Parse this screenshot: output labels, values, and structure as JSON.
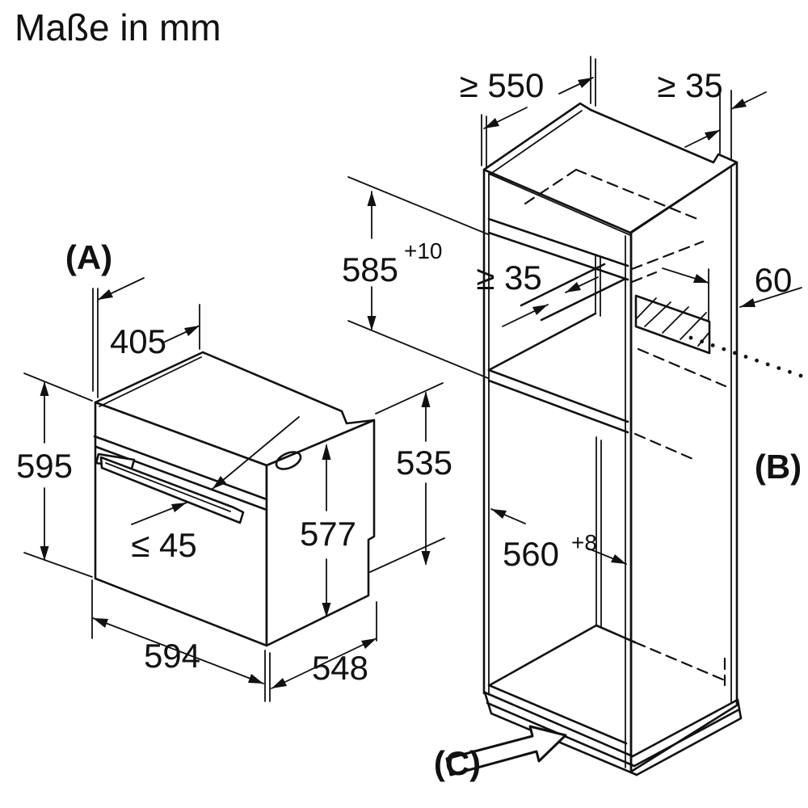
{
  "title": "Maße in mm",
  "oven": {
    "label": "(A)",
    "dim_top_depth": "405",
    "dim_height": "595",
    "dim_handle": "≤ 45",
    "dim_front_height": "577",
    "dim_rear_height": "535",
    "dim_width": "594",
    "dim_depth": "548"
  },
  "cabinet": {
    "dim_depth": "≥ 550",
    "dim_top_rear_gap": "≥ 35",
    "dim_niche_height": "585",
    "dim_niche_height_tol": "+10",
    "dim_rear_gap": "≥ 35",
    "dim_vent": "60",
    "dim_niche_width": "560",
    "dim_niche_width_tol": "+8",
    "label_vent": "(B)",
    "label_base": "(C)"
  }
}
